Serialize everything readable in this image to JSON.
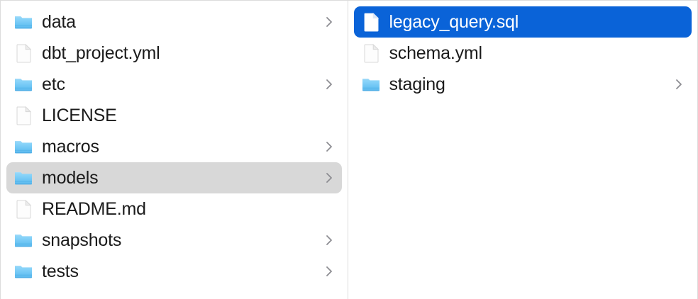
{
  "window": {
    "view_mode": "column-view",
    "accent_selection_color": "#0a63d8",
    "inactive_selection_color": "#d8d8d8",
    "folder_icon_color": "#6dc6f5",
    "divider_color": "#dcdcdc"
  },
  "columns": [
    {
      "name": "parent-column",
      "items": [
        {
          "label": "data",
          "icon": "folder-icon",
          "type": "folder",
          "has_chevron": true,
          "selected": false
        },
        {
          "label": "dbt_project.yml",
          "icon": "document-icon",
          "type": "file",
          "has_chevron": false,
          "selected": false
        },
        {
          "label": "etc",
          "icon": "folder-icon",
          "type": "folder",
          "has_chevron": true,
          "selected": false
        },
        {
          "label": "LICENSE",
          "icon": "document-icon",
          "type": "file",
          "has_chevron": false,
          "selected": false
        },
        {
          "label": "macros",
          "icon": "folder-icon",
          "type": "folder",
          "has_chevron": true,
          "selected": false
        },
        {
          "label": "models",
          "icon": "folder-icon",
          "type": "folder",
          "has_chevron": true,
          "selected": "inactive"
        },
        {
          "label": "README.md",
          "icon": "document-icon",
          "type": "file",
          "has_chevron": false,
          "selected": false
        },
        {
          "label": "snapshots",
          "icon": "folder-icon",
          "type": "folder",
          "has_chevron": true,
          "selected": false
        },
        {
          "label": "tests",
          "icon": "folder-icon",
          "type": "folder",
          "has_chevron": true,
          "selected": false
        }
      ]
    },
    {
      "name": "child-column",
      "items": [
        {
          "label": "legacy_query.sql",
          "icon": "document-icon",
          "type": "file",
          "has_chevron": false,
          "selected": "active"
        },
        {
          "label": "schema.yml",
          "icon": "document-icon",
          "type": "file",
          "has_chevron": false,
          "selected": false
        },
        {
          "label": "staging",
          "icon": "folder-icon",
          "type": "folder",
          "has_chevron": true,
          "selected": false
        }
      ]
    }
  ]
}
